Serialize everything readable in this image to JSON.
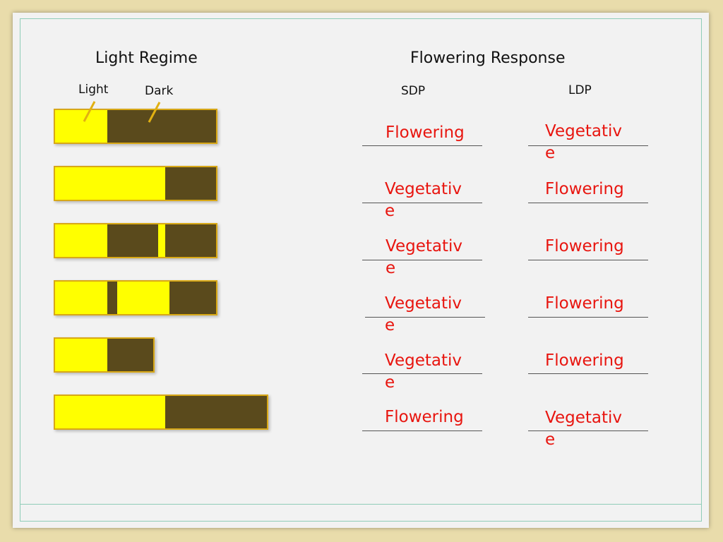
{
  "headings": {
    "light_regime": "Light Regime",
    "flowering_response": "Flowering Response"
  },
  "legend": {
    "light": "Light",
    "dark": "Dark"
  },
  "columns": {
    "sdp": "SDP",
    "ldp": "LDP"
  },
  "colors": {
    "light": "#ffff00",
    "dark": "#5a4a1c",
    "answer": "#e8150f"
  },
  "rows": [
    {
      "sdp": "Flowering",
      "ldp": "Vegetative"
    },
    {
      "sdp": "Vegetative",
      "ldp": "Flowering"
    },
    {
      "sdp": "Vegetative",
      "ldp": "Flowering"
    },
    {
      "sdp": "Vegetative",
      "ldp": "Flowering"
    },
    {
      "sdp": "Vegetative",
      "ldp": "Flowering"
    },
    {
      "sdp": "Flowering",
      "ldp": "Vegetative"
    }
  ]
}
